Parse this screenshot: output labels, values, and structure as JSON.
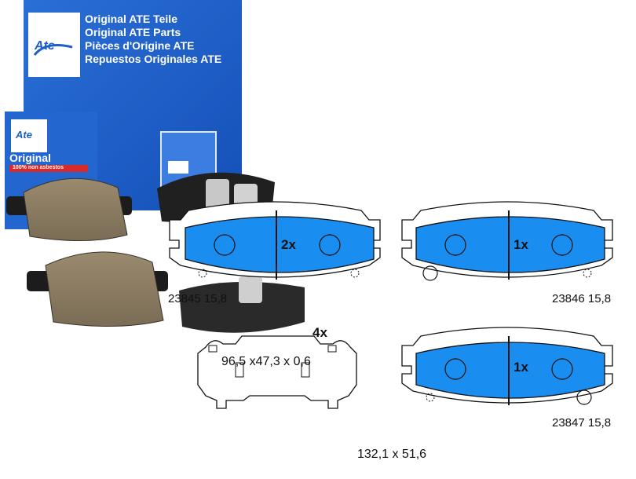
{
  "box": {
    "lines": [
      "Original ATE Teile",
      "Original ATE Parts",
      "Pièces d'Origine ATE",
      "Repuestos Originales ATE"
    ],
    "brand": "Ate"
  },
  "small_box": {
    "title": "Original",
    "sub": "100% non asbestos"
  },
  "pads": [
    {
      "code": "23845",
      "thickness": "15,8",
      "qty": "2x"
    },
    {
      "code": "23846",
      "thickness": "15,8",
      "qty": "1x"
    },
    {
      "code": "23847",
      "thickness": "15,8",
      "qty": "1x"
    }
  ],
  "clip": {
    "qty": "4x",
    "dimensions": "96,5 x47,3 x 0,6"
  },
  "pad_dimensions": "132,1 x 51,6",
  "colors": {
    "box_blue": "#1d5fc7",
    "pad_blue": "#1a8ef0",
    "friction": "#8a7b62"
  }
}
